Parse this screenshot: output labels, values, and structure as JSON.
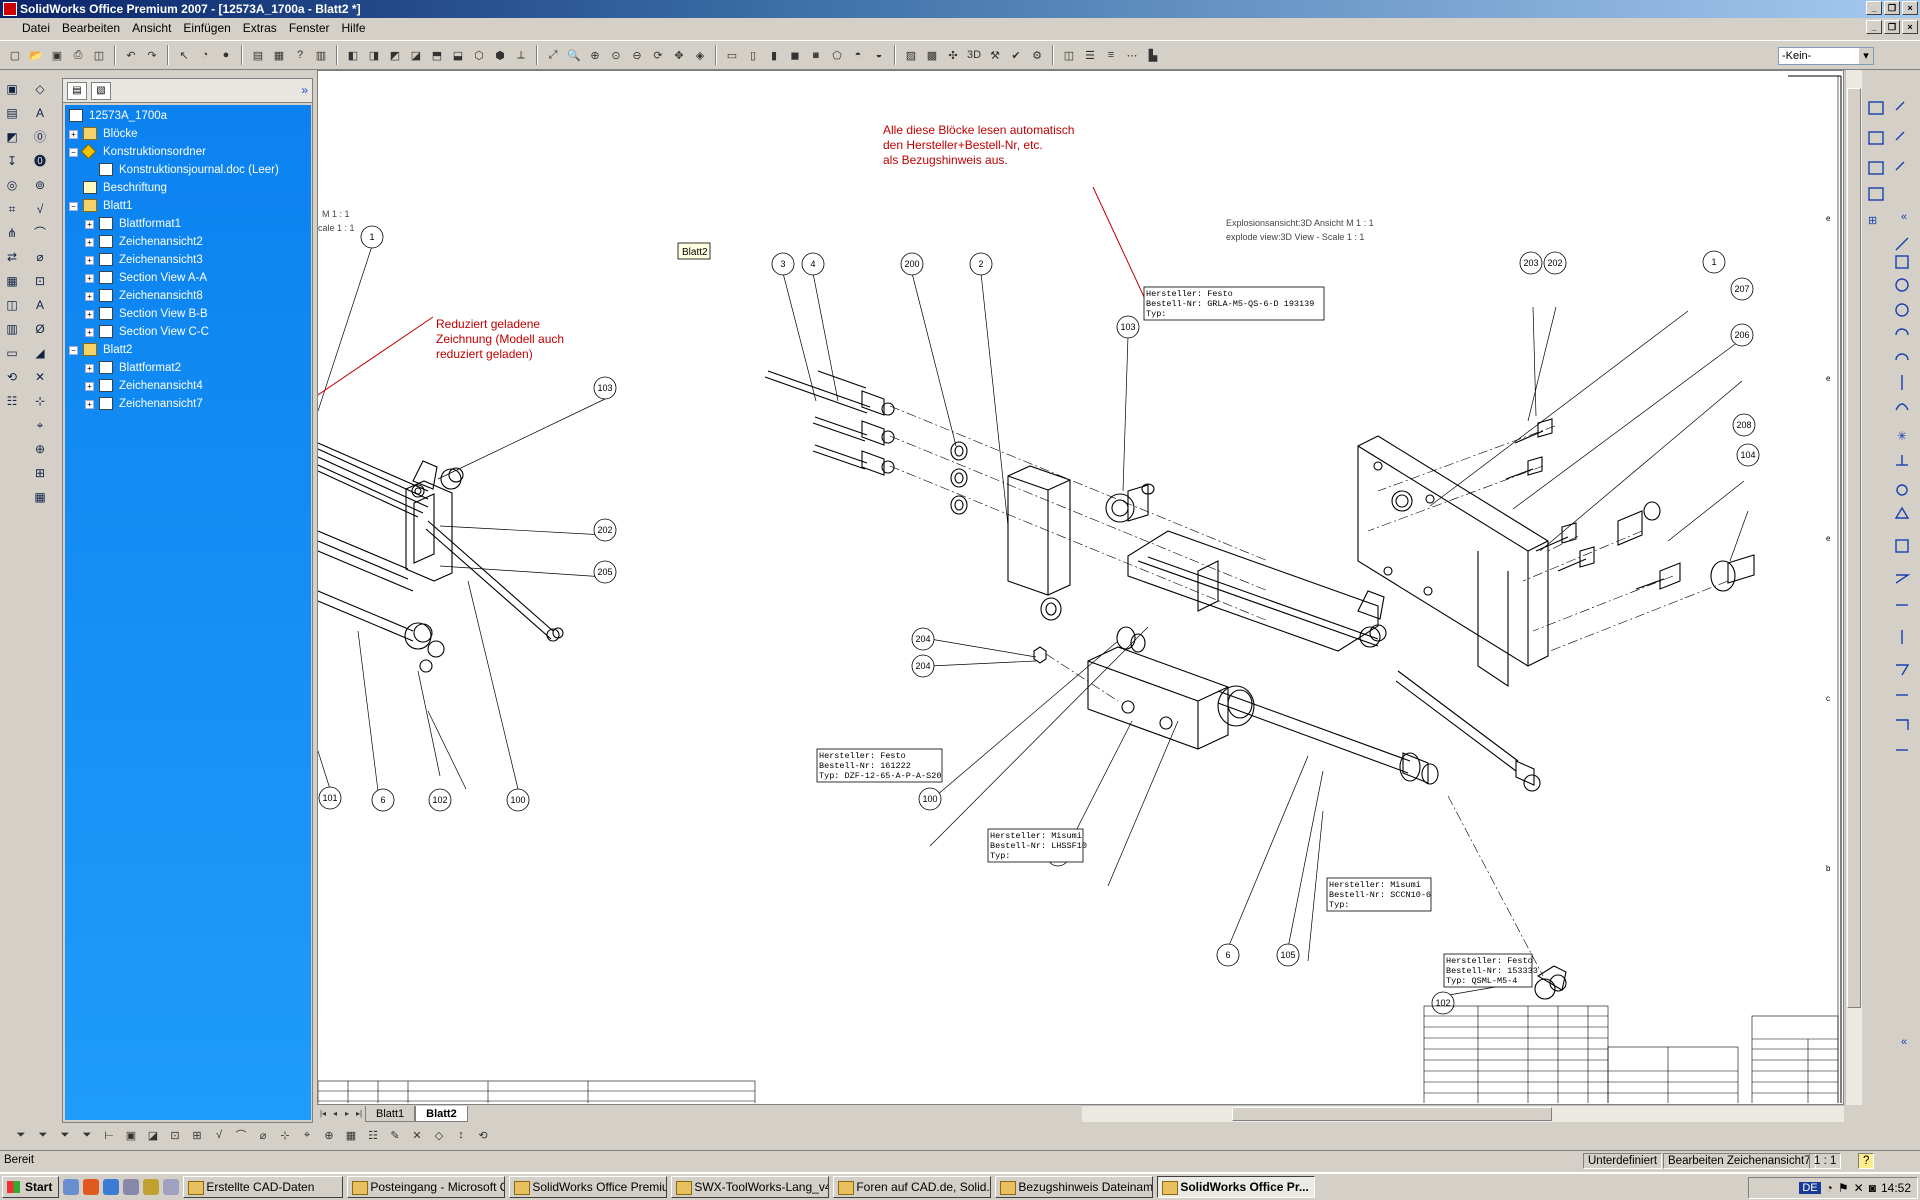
{
  "window": {
    "title": "SolidWorks Office Premium 2007 - [12573A_1700a - Blatt2 *]"
  },
  "menu": [
    "Datei",
    "Bearbeiten",
    "Ansicht",
    "Einfügen",
    "Extras",
    "Fenster",
    "Hilfe"
  ],
  "toolbar": {
    "layer_value": "-Kein-"
  },
  "tree": {
    "root": "12573A_1700a",
    "items": [
      {
        "label": "Blöcke",
        "level": 1,
        "exp": "+"
      },
      {
        "label": "Konstruktionsordner",
        "level": 1,
        "exp": "-"
      },
      {
        "label": "Konstruktionsjournal.doc (Leer)",
        "level": 2,
        "exp": ""
      },
      {
        "label": "Beschriftung",
        "level": 1,
        "exp": ""
      },
      {
        "label": "Blatt1",
        "level": 1,
        "exp": "-"
      },
      {
        "label": "Blattformat1",
        "level": 2,
        "exp": "+"
      },
      {
        "label": "Zeichenansicht2",
        "level": 2,
        "exp": "+"
      },
      {
        "label": "Zeichenansicht3",
        "level": 2,
        "exp": "+"
      },
      {
        "label": "Section View A-A",
        "level": 2,
        "exp": "+"
      },
      {
        "label": "Zeichenansicht8",
        "level": 2,
        "exp": "+"
      },
      {
        "label": "Section View B-B",
        "level": 2,
        "exp": "+"
      },
      {
        "label": "Section View C-C",
        "level": 2,
        "exp": "+"
      },
      {
        "label": "Blatt2",
        "level": 1,
        "exp": "-"
      },
      {
        "label": "Blattformat2",
        "level": 2,
        "exp": "+"
      },
      {
        "label": "Zeichenansicht4",
        "level": 2,
        "exp": "+"
      },
      {
        "label": "Zeichenansicht7",
        "level": 2,
        "exp": "+"
      }
    ]
  },
  "drawing": {
    "sheet_tag": "Blatt2",
    "note_top": [
      "Alle diese Blöcke lesen automatisch",
      "den Hersteller+Bestell-Nr, etc.",
      "als Bezugshinweis aus."
    ],
    "note_left": [
      "Reduziert geladene",
      "Zeichnung (Modell auch",
      "reduziert geladen)"
    ],
    "view_label_left": [
      "M 1 : 1",
      "cale 1 : 1"
    ],
    "view_label_right": [
      "Explosionsansicht:3D Ansicht  M 1 : 1",
      "explode view:3D View - Scale 1 : 1"
    ],
    "spec_blocks": [
      [
        "Hersteller: Festo",
        "Bestell-Nr: GRLA-M5-QS-6-D   193139",
        "Typ:"
      ],
      [
        "Hersteller: Festo",
        "Bestell-Nr: 161222",
        "Typ: DZF-12-65-A-P-A-S20"
      ],
      [
        "Hersteller: Misumi",
        "Bestell-Nr: LHSSF10",
        "Typ:"
      ],
      [
        "Hersteller: Misumi",
        "Bestell-Nr: SCCN10-6",
        "Typ:"
      ],
      [
        "Hersteller: Festo",
        "Bestell-Nr: 153333",
        "Typ: QSML-M5-4"
      ]
    ],
    "balloons": [
      "1",
      "103",
      "202",
      "205",
      "101",
      "6",
      "102",
      "100",
      "3",
      "4",
      "200",
      "2",
      "204",
      "204",
      "100",
      "103",
      "101",
      "6",
      "105",
      "102",
      "203",
      "202",
      "1",
      "207",
      "206",
      "208",
      "104"
    ]
  },
  "sheet_tabs": [
    "Blatt1",
    "Blatt2"
  ],
  "status": {
    "left": "Bereit",
    "state": "Unterdefiniert",
    "edit": "Bearbeiten Zeichenansicht7",
    "scale": "1 : 1"
  },
  "taskbar": {
    "start": "Start",
    "tasks": [
      "Erstellte CAD-Daten",
      "Posteingang - Microsoft O...",
      "SolidWorks Office Premiu...",
      "SWX-ToolWorks-Lang_v41",
      "Foren auf CAD.de, Solid...",
      "Bezugshinweis Dateinam...",
      "SolidWorks Office Pr..."
    ],
    "lang": "DE",
    "clock": "14:52"
  }
}
